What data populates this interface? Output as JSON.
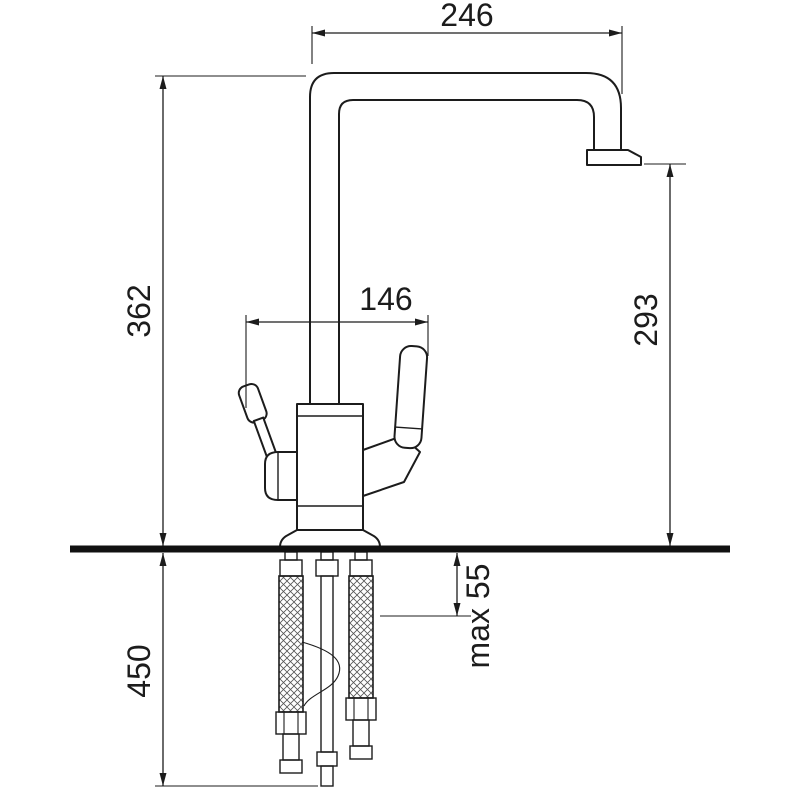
{
  "drawing": {
    "colors": {
      "line": "#1c1c1c",
      "background": "#ffffff"
    },
    "dimensions": {
      "spout_reach": "246",
      "overall_height": "362",
      "handle_span": "146",
      "spout_height": "293",
      "max_counter_thickness": "max 55",
      "hose_length": "450"
    }
  }
}
